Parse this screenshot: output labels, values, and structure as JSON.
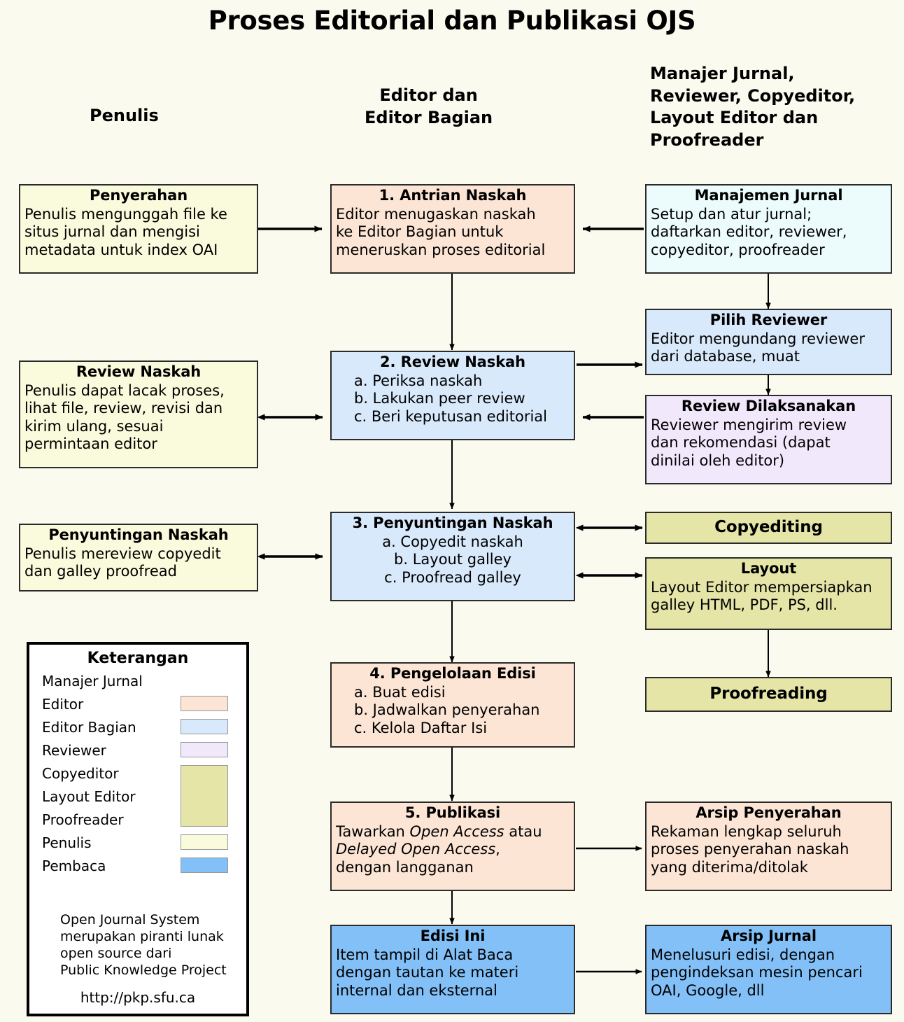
{
  "title": "Proses Editorial dan Publikasi OJS",
  "colors": {
    "background": "#fbfaef",
    "editor_peach": "#fce5d5",
    "editor_bagian_blue": "#d8e9fb",
    "reviewer_purple": "#f1e8fb",
    "copyeditor_olive": "#e5e5a8",
    "penulis_cream": "#fafadc",
    "pembaca_blue": "#82c0f7",
    "manajer_white": "#ecfbfb",
    "border": "#2b2b2b"
  },
  "columns": [
    {
      "id": "penulis",
      "label": "Penulis"
    },
    {
      "id": "editor",
      "label": "Editor dan\nEditor Bagian"
    },
    {
      "id": "lainnya",
      "label": "Manajer Jurnal,\nReviewer, Copyeditor,\nLayout Editor dan\nProofreader"
    }
  ],
  "nodes": {
    "penyerahan": {
      "title": "Penyerahan",
      "lines": [
        "Penulis mengunggah file ke",
        "situs jurnal dan mengisi",
        "metadata untuk index OAI"
      ]
    },
    "antrian_naskah": {
      "title": "1. Antrian Naskah",
      "lines": [
        "Editor menugaskan naskah",
        "ke Editor Bagian untuk",
        "meneruskan proses editorial"
      ]
    },
    "manajemen_jurnal": {
      "title": "Manajemen Jurnal",
      "lines": [
        "Setup dan atur jurnal;",
        "daftarkan editor, reviewer,",
        "copyeditor, proofreader"
      ]
    },
    "pilih_reviewer": {
      "title": "Pilih Reviewer",
      "lines": [
        "Editor mengundang reviewer",
        "dari database, muat"
      ]
    },
    "review_naskah_penulis": {
      "title": "Review Naskah",
      "lines": [
        "Penulis dapat lacak proses,",
        "lihat file, review, revisi dan",
        "kirim ulang, sesuai",
        "permintaan editor"
      ]
    },
    "review_naskah": {
      "title": "2. Review Naskah",
      "lines": [
        "a. Periksa naskah",
        "b. Lakukan peer review",
        "c. Beri keputusan editorial"
      ]
    },
    "review_dilaksanakan": {
      "title": "Review Dilaksanakan",
      "lines": [
        "Reviewer mengirim review",
        "dan rekomendasi (dapat",
        "dinilai oleh editor)"
      ]
    },
    "penyuntingan_naskah_penulis": {
      "title": "Penyuntingan Naskah",
      "lines": [
        "Penulis mereview copyedit",
        "dan galley proofread"
      ]
    },
    "penyuntingan_naskah": {
      "title": "3. Penyuntingan Naskah",
      "lines": [
        "a. Copyedit naskah",
        "b. Layout galley",
        "c. Proofread galley"
      ]
    },
    "copyediting": {
      "title": "Copyediting",
      "lines": []
    },
    "layout": {
      "title": "Layout",
      "lines": [
        "Layout Editor mempersiapkan",
        "galley HTML, PDF, PS, dll."
      ]
    },
    "proofreading": {
      "title": "Proofreading",
      "lines": []
    },
    "pengelolaan_edisi": {
      "title": "4. Pengelolaan Edisi",
      "lines": [
        "a. Buat edisi",
        "b. Jadwalkan penyerahan",
        "c. Kelola Daftar Isi"
      ]
    },
    "publikasi": {
      "title": "5. Publikasi",
      "lines": [
        "Tawarkan <em>Open Access</em> atau",
        "<em>Delayed Open Access</em>,",
        "dengan langganan"
      ]
    },
    "arsip_penyerahan": {
      "title": "Arsip Penyerahan",
      "lines": [
        "Rekaman lengkap seluruh",
        "proses penyerahan naskah",
        "yang diterima/ditolak"
      ]
    },
    "edisi_ini": {
      "title": "Edisi Ini",
      "lines": [
        "Item tampil di Alat Baca",
        "dengan tautan ke materi",
        "internal dan eksternal"
      ]
    },
    "arsip_jurnal": {
      "title": "Arsip Jurnal",
      "lines": [
        "Menelusuri edisi, dengan",
        "pengindeksan mesin pencari",
        "OAI, Google, dll"
      ]
    }
  },
  "legend": {
    "title": "Keterangan",
    "items": [
      {
        "label": "Manajer Jurnal",
        "color": null
      },
      {
        "label": "Editor",
        "color": "#fce5d5"
      },
      {
        "label": "Editor Bagian",
        "color": "#d8e9fb"
      },
      {
        "label": "Reviewer",
        "color": "#f1e8fb"
      },
      {
        "label": "Copyeditor",
        "color": "#e5e5a8"
      },
      {
        "label": "Layout Editor",
        "color": "#e5e5a8"
      },
      {
        "label": "Proofreader",
        "color": "#e5e5a8"
      },
      {
        "label": "Penulis",
        "color": "#fafadc"
      },
      {
        "label": "Pembaca",
        "color": "#82c0f7"
      }
    ],
    "note": "Open Journal System\nmerupakan piranti lunak\nopen source dari\nPublic Knowledge Project",
    "url": "http://pkp.sfu.ca"
  }
}
